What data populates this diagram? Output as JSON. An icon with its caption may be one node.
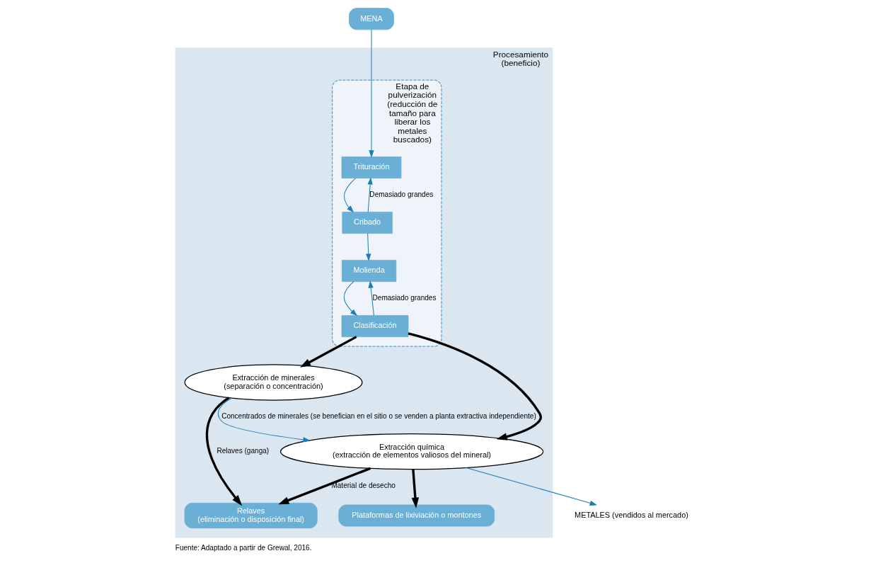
{
  "diagram": {
    "caption": "Fuente: Adaptado a partir de Grewal, 2016.",
    "nodes": [
      {
        "text": [
          "MENA"
        ]
      },
      {
        "text": [
          "Procesamiento (beneficio)"
        ]
      },
      {
        "text": [
          "Etapa de pulverización",
          "(reducción de tamaño para liberar los metales buscados)"
        ],
        "in": 1
      },
      {
        "text": [
          "Trituración"
        ],
        "in": 2
      },
      {
        "text": [
          "Cribado"
        ],
        "in": 2
      },
      {
        "text": [
          "Molienda"
        ],
        "in": 2
      },
      {
        "text": [
          "Clasificación"
        ],
        "in": 2
      },
      {
        "text": [
          "Extracción de minerales",
          "(separación o concentración)"
        ],
        "in": 1
      },
      {
        "text": [
          "Extracción química",
          "(extracción de elementos valiosos del mineral)"
        ],
        "in": 1
      },
      {
        "text": [
          "Relaves",
          "(eliminación o disposición final)"
        ],
        "in": 1
      },
      {
        "text": [
          "Plataformas de lixiviación o montones"
        ],
        "in": 1
      },
      {
        "text": [
          "METALES (vendidos al mercado)"
        ]
      }
    ],
    "edges": [
      {
        "from": 0,
        "to": 3,
        "arrow": "to"
      },
      {
        "from": 3,
        "to": 4,
        "arrow": "to"
      },
      {
        "from": 4,
        "to": 3,
        "arrow": "to",
        "label": "Demasiado grandes"
      },
      {
        "from": 4,
        "to": 5,
        "arrow": "to"
      },
      {
        "from": 5,
        "to": 6,
        "arrow": "to"
      },
      {
        "from": 6,
        "to": 5,
        "arrow": "to",
        "label": "Demasiado grandes"
      },
      {
        "from": 6,
        "to": 7,
        "arrow": "to",
        "style": "thick",
        "color": "#000000"
      },
      {
        "from": 6,
        "to": 8,
        "arrow": "to",
        "style": "thick",
        "color": "#000000"
      },
      {
        "from": 7,
        "to": 9,
        "arrow": "to",
        "label": "Relaves (ganga)",
        "style": "thick",
        "color": "#000000"
      },
      {
        "from": 7,
        "to": 8,
        "arrow": "to",
        "label": "Concentrados de minerales (se benefician en el sitio o se venden a planta extractiva independiente)"
      },
      {
        "from": 8,
        "to": 9,
        "arrow": "to",
        "label": "Material de desecho",
        "style": "thick",
        "color": "#000000"
      },
      {
        "from": 8,
        "to": 10,
        "arrow": "to",
        "style": "thick",
        "color": "#000000"
      },
      {
        "from": 8,
        "to": 11,
        "arrow": "to"
      }
    ]
  }
}
